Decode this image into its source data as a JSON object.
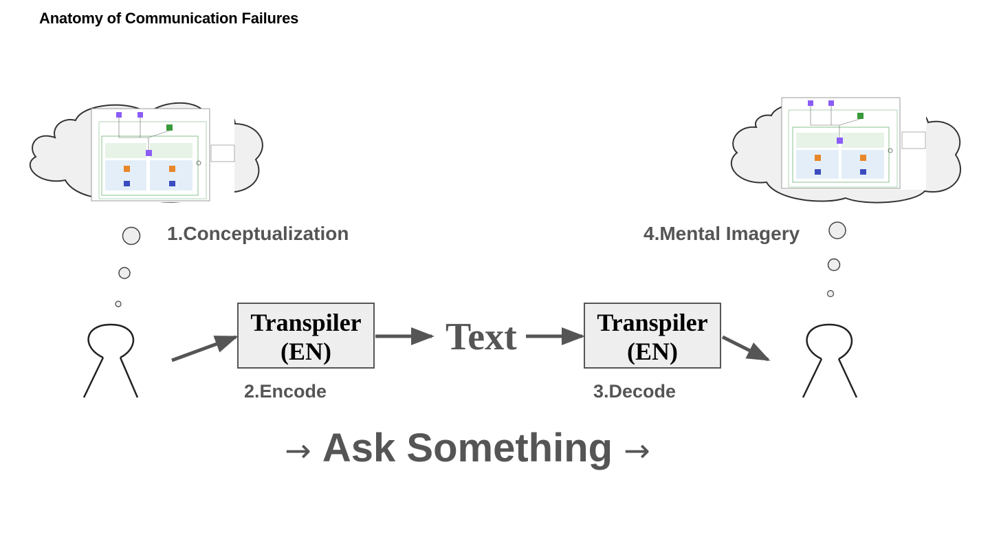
{
  "title": "Anatomy of Communication Failures",
  "steps": {
    "conceptualization": "1.Conceptualization",
    "encode": "2.Encode",
    "decode": "3.Decode",
    "mental_imagery": "4.Mental Imagery"
  },
  "transpiler_left": {
    "line1": "Transpiler",
    "line2": "(EN)"
  },
  "transpiler_right": {
    "line1": "Transpiler",
    "line2": "(EN)"
  },
  "medium": "Text",
  "footer": {
    "arrow_left": "→",
    "text": "Ask Something",
    "arrow_right": "→"
  },
  "colors": {
    "text_gray": "#555555",
    "box_fill": "#eeeeee",
    "box_border": "#555555"
  }
}
